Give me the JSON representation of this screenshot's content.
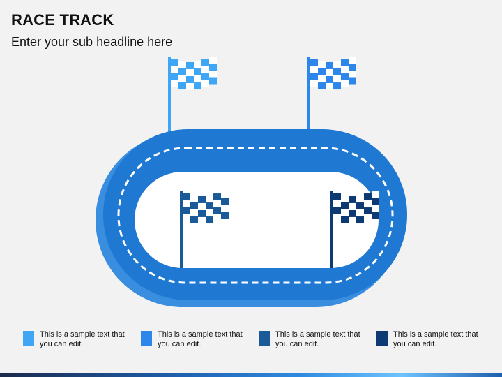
{
  "header": {
    "title": "RACE TRACK",
    "subtitle": "Enter your sub headline here"
  },
  "colors": {
    "background": "#f2f2f2",
    "track_outer": "#1f78d1",
    "track_shadow": "#3a8ee0",
    "infield": "#ffffff",
    "flag_light": "#3ea6f5",
    "flag_mid": "#2d87ea",
    "flag_dark": "#1a5a98",
    "flag_navy": "#0d3a73"
  },
  "flags": [
    {
      "name": "top-left-flag",
      "color": "#3ea6f5"
    },
    {
      "name": "top-right-flag",
      "color": "#2d87ea"
    },
    {
      "name": "inner-left-flag",
      "color": "#1a5a98"
    },
    {
      "name": "inner-right-flag",
      "color": "#0d3a73"
    }
  ],
  "legend": [
    {
      "text": "This is a sample text that you can edit.",
      "color": "#3ea6f5"
    },
    {
      "text": "This is a sample text that you can edit.",
      "color": "#2d87ea"
    },
    {
      "text": "This is a sample text that you can edit.",
      "color": "#1a5a98"
    },
    {
      "text": "This is a sample text that you can edit.",
      "color": "#0d3a73"
    }
  ]
}
